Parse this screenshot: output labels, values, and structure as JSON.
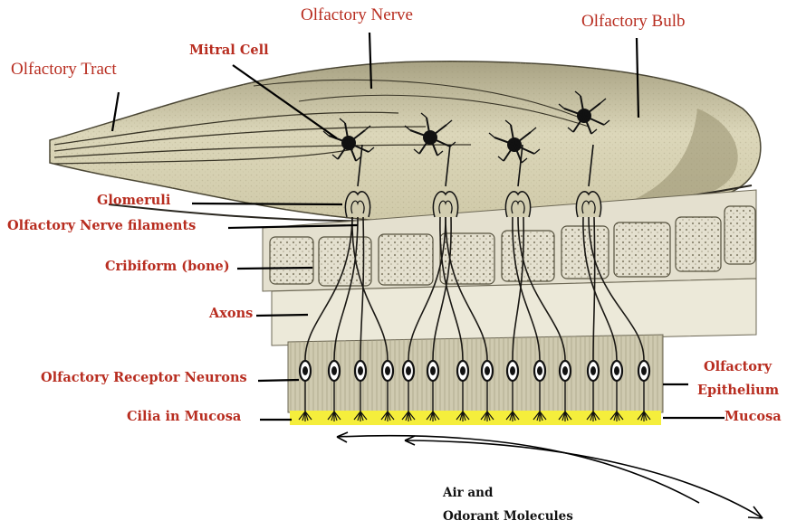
{
  "labels": {
    "olfactory_nerve": "Olfactory Nerve",
    "olfactory_bulb": "Olfactory Bulb",
    "olfactory_tract": "Olfactory Tract",
    "mitral_cell": "Mitral Cell",
    "glomeruli": "Glomeruli",
    "nerve_filaments": "Olfactory Nerve filaments",
    "cribiform": "Cribiform (bone)",
    "axons": "Axons",
    "receptor_neurons": "Olfactory Receptor Neurons",
    "cilia": "Cilia in Mucosa",
    "epithelium_line1": "Olfactory",
    "epithelium_line2": "Epithelium",
    "mucosa": "Mucosa",
    "air_line1": "Air and",
    "air_line2": "Odorant Molecules"
  },
  "colors": {
    "label_text": "#b82d20",
    "note_text": "#111111",
    "bulb_fill": "#d8d3b4",
    "bone_fill": "#e4e0cf",
    "epithelium_fill": "#cfcab0",
    "mucosa_fill": "#f5ee3c",
    "leader_line": "#000000"
  },
  "icons": {
    "mitral": "neuron-star-icon",
    "receptor": "neuron-oval-icon",
    "cilia": "cilia-tuft-icon",
    "arrow": "curved-arrow-icon"
  }
}
